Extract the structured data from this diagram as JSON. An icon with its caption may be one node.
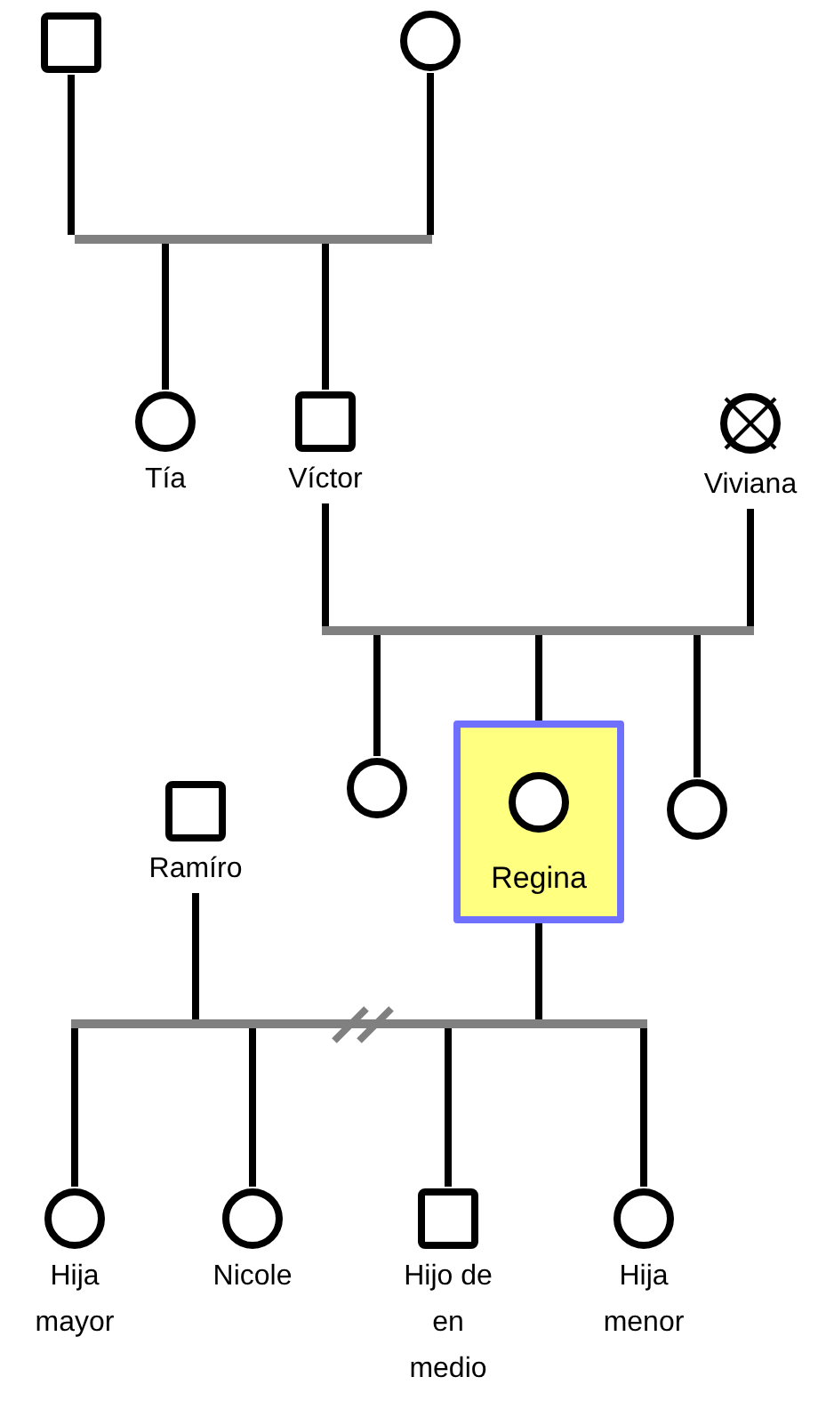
{
  "diagram": {
    "nodes": [
      {
        "text": [],
        "shape": "box"
      },
      {
        "text": [],
        "shape": "circle"
      },
      {
        "text": [],
        "shape": "bar"
      },
      {
        "text": [],
        "shape": "circle",
        "beside": [
          "Tía"
        ]
      },
      {
        "text": [],
        "shape": "box",
        "beside": [
          "Víctor"
        ]
      },
      {
        "text": [],
        "shape": "crossed-circle",
        "beside": [
          "Viviana"
        ]
      },
      {
        "text": [],
        "shape": "bar"
      },
      {
        "text": [],
        "shape": "circle"
      },
      {
        "text": [
          "Regina"
        ]
      },
      {
        "text": [],
        "shape": "circle",
        "in": 8
      },
      {
        "text": [],
        "shape": "circle"
      },
      {
        "text": [],
        "shape": "box",
        "beside": [
          "Ramíro"
        ]
      },
      {
        "text": [],
        "shape": "bar"
      },
      {
        "text": [],
        "shape": "circle",
        "beside": [
          "Hija mayor"
        ]
      },
      {
        "text": [],
        "shape": "circle",
        "beside": [
          "Nicole"
        ]
      },
      {
        "text": [],
        "shape": "box",
        "beside": [
          "Hijo de en medio"
        ]
      },
      {
        "text": [],
        "shape": "circle",
        "beside": [
          "Hija menor"
        ]
      }
    ],
    "edges": [
      {
        "from": 0,
        "to": 2,
        "arrow": "none"
      },
      {
        "from": 1,
        "to": 2,
        "arrow": "none"
      },
      {
        "from": 2,
        "to": 3,
        "arrow": "none"
      },
      {
        "from": 2,
        "to": 4,
        "arrow": "none"
      },
      {
        "from": 4,
        "to": 6,
        "arrow": "none"
      },
      {
        "from": 5,
        "to": 6,
        "arrow": "none"
      },
      {
        "from": 6,
        "to": 7,
        "arrow": "none"
      },
      {
        "from": 6,
        "to": 8,
        "arrow": "none"
      },
      {
        "from": 6,
        "to": 10,
        "arrow": "none"
      },
      {
        "from": 11,
        "to": 12,
        "arrow": "none"
      },
      {
        "from": 8,
        "to": 12,
        "arrow": "none"
      },
      {
        "from": 12,
        "to": 13,
        "arrow": "none"
      },
      {
        "from": 12,
        "to": 14,
        "arrow": "none"
      },
      {
        "from": 12,
        "to": 15,
        "arrow": "none"
      },
      {
        "from": 12,
        "to": 16,
        "arrow": "none"
      }
    ]
  }
}
